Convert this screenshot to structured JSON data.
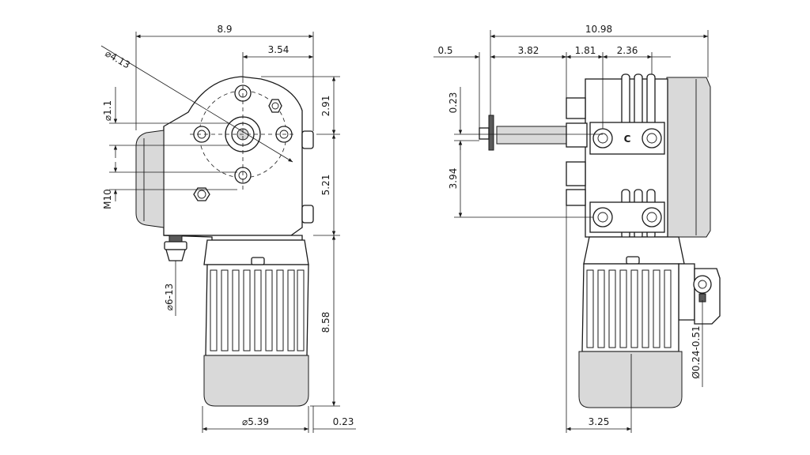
{
  "left_view": {
    "dims": {
      "overall_width": "8.9",
      "shaft_offset_h": "3.54",
      "flange_diameter": "⌀4.13",
      "bore_diameter": "⌀1.1",
      "thread": "M10",
      "cable_gland": "⌀6-13",
      "upper_height": "2.91",
      "lower_height": "5.21",
      "motor_length": "8.58",
      "motor_diameter": "⌀5.39",
      "foot_gap": "0.23"
    }
  },
  "right_view": {
    "dims": {
      "overall_length": "10.98",
      "shaft_stub": "0.5",
      "shaft_length": "3.82",
      "hole_offset_1": "1.81",
      "hole_offset_2": "2.36",
      "shaft_step": "0.23",
      "hole_spacing_v": "3.94",
      "wire_range": "Ø0.24-0.51",
      "motor_offset": "3.25"
    },
    "stamp": "C"
  }
}
